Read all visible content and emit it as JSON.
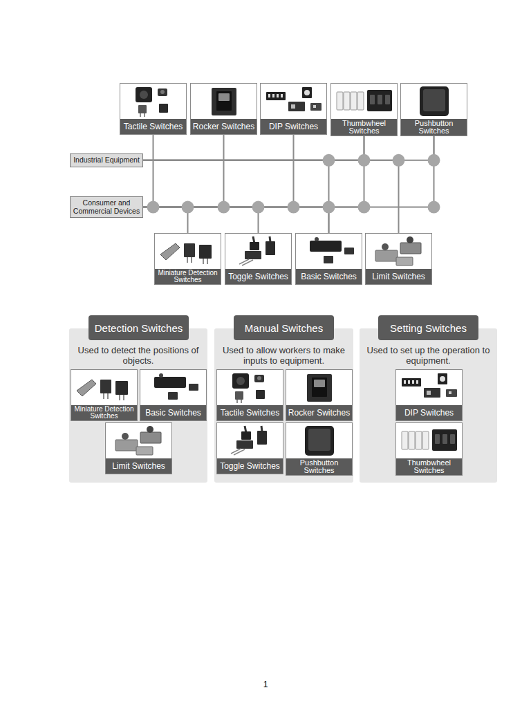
{
  "diagram": {
    "nodes": [
      {
        "text": [
          "Tactile Switches"
        ]
      },
      {
        "text": [
          "Rocker Switches"
        ]
      },
      {
        "text": [
          "DIP Switches"
        ]
      },
      {
        "text": [
          "Thumbwheel Switches"
        ]
      },
      {
        "text": [
          "Pushbutton Switches"
        ]
      },
      {
        "text": [
          "Industrial Equipment"
        ]
      },
      {
        "text": [
          "Consumer and Commercial Devices"
        ]
      },
      {
        "text": [
          "Miniature Detection Switches"
        ]
      },
      {
        "text": [
          "Toggle Switches"
        ]
      },
      {
        "text": [
          "Basic Switches"
        ]
      },
      {
        "text": [
          "Limit Switches"
        ]
      },
      {
        "text": [
          "Detection Switches",
          "Used to detect the positions of objects."
        ]
      },
      {
        "text": [
          "Miniature Detection Switches"
        ],
        "in": 11
      },
      {
        "text": [
          "Basic Switches"
        ],
        "in": 11
      },
      {
        "text": [
          "Limit Switches"
        ],
        "in": 11
      },
      {
        "text": [
          "Manual Switches",
          "Used to allow workers to make inputs to equipment."
        ]
      },
      {
        "text": [
          "Tactile Switches"
        ],
        "in": 15
      },
      {
        "text": [
          "Rocker Switches"
        ],
        "in": 15
      },
      {
        "text": [
          "Toggle Switches"
        ],
        "in": 15
      },
      {
        "text": [
          "Pushbutton Switches"
        ],
        "in": 15
      },
      {
        "text": [
          "Setting Switches",
          "Used to set up the operation to equipment."
        ]
      },
      {
        "text": [
          "DIP Switches"
        ],
        "in": 20
      },
      {
        "text": [
          "Thumbwheel Switches"
        ],
        "in": 20
      }
    ],
    "edges": [
      {
        "from": 0,
        "to": 6,
        "arrow": "none"
      },
      {
        "from": 7,
        "to": 6,
        "arrow": "none"
      },
      {
        "from": 1,
        "to": 6,
        "arrow": "none"
      },
      {
        "from": 8,
        "to": 6,
        "arrow": "none"
      },
      {
        "from": 2,
        "to": 6,
        "arrow": "none"
      },
      {
        "from": 9,
        "to": 5,
        "arrow": "none"
      },
      {
        "from": 9,
        "to": 6,
        "arrow": "none"
      },
      {
        "from": 3,
        "to": 5,
        "arrow": "none"
      },
      {
        "from": 3,
        "to": 6,
        "arrow": "none"
      },
      {
        "from": 10,
        "to": 5,
        "arrow": "none"
      },
      {
        "from": 4,
        "to": 5,
        "arrow": "none"
      },
      {
        "from": 4,
        "to": 6,
        "arrow": "none"
      }
    ],
    "labels": [
      "1"
    ]
  }
}
